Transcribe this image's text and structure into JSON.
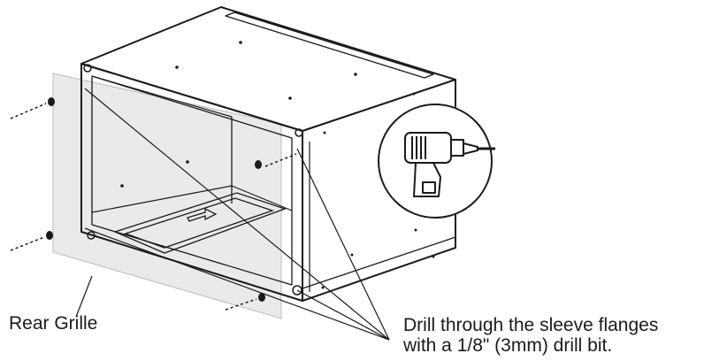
{
  "labels": {
    "rear_grille": "Rear Grille",
    "instruction_line_1": "Drill through the sleeve flanges",
    "instruction_line_2": "with a 1/8\" (3mm) drill bit."
  },
  "icons": {
    "drill": "power-drill-icon",
    "screw": "screw-icon"
  },
  "colors": {
    "stroke": "#1a1a1a",
    "grille_fill": "#e6e6e6",
    "background": "#ffffff"
  }
}
